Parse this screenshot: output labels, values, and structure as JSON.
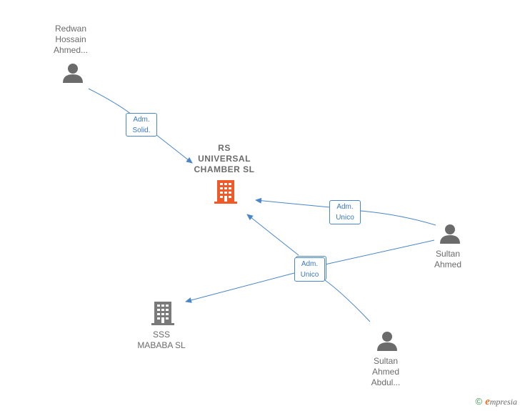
{
  "nodes": {
    "redwan": {
      "label": "Redwan\nHossain\nAhmed...",
      "icon": "person-icon"
    },
    "rs_universal": {
      "label": "RS\nUNIVERSAL\nCHAMBER  SL",
      "icon": "building-icon",
      "color": "#f05a28"
    },
    "sultan_ahmed": {
      "label": "Sultan\nAhmed",
      "icon": "person-icon"
    },
    "sss_mababa": {
      "label": "SSS\nMABABA  SL",
      "icon": "building-icon",
      "color": "#7a7a7a"
    },
    "sultan_abdul": {
      "label": "Sultan\nAhmed\nAbdul...",
      "icon": "person-icon"
    }
  },
  "edges": {
    "redwan_rs": {
      "label": "Adm.\nSolid."
    },
    "sultan_rs": {
      "label": "Adm.\nUnico"
    },
    "sultan_sss": {
      "label": "Adm.\nUnico"
    }
  },
  "brand": {
    "copyright": "©",
    "initial": "e",
    "name": "mpresia"
  },
  "colors": {
    "edge": "#4a86c8",
    "person": "#6b6b6b",
    "focus_company": "#f05a28",
    "company": "#7a7a7a"
  }
}
